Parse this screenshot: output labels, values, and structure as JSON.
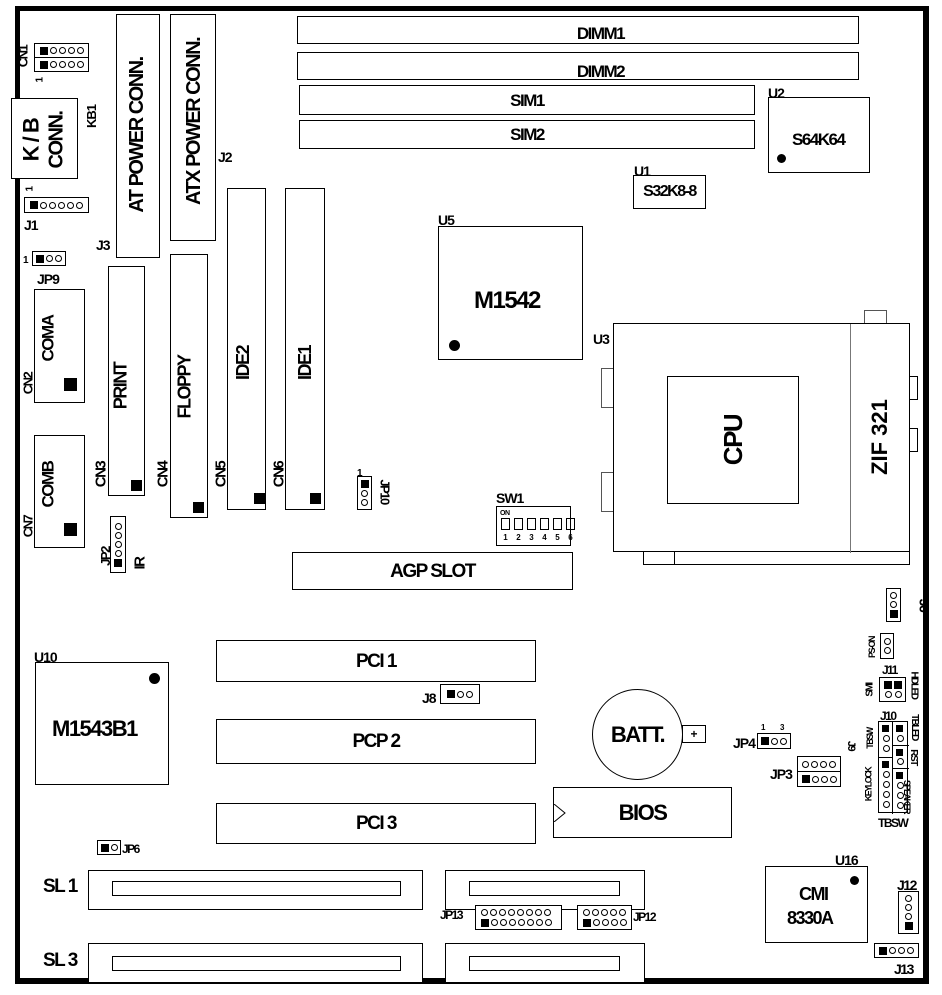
{
  "title": "Motherboard Layout",
  "memory": {
    "dimm1": "DIMM1",
    "dimm2": "DIMM2",
    "sim1": "SIM1",
    "sim2": "SIM2"
  },
  "chips": {
    "u2_ref": "U2",
    "u2_name": "S64K64",
    "u1_ref": "U1",
    "u1_name": "S32K8-8",
    "u5_ref": "U5",
    "u5_name": "M1542",
    "u3_ref": "U3",
    "cpu": "CPU",
    "socket": "ZIF 321",
    "u10_ref": "U10",
    "u10_name": "M1543B1",
    "u16_ref": "U16",
    "u16_line1": "CMI",
    "u16_line2": "8330A",
    "bios": "BIOS",
    "battery": "BATT.",
    "battery_plus": "+"
  },
  "power": {
    "at": "AT POWER CONN.",
    "atx": "ATX POWER CONN.",
    "j2": "J2",
    "j3": "J3"
  },
  "keyboard": {
    "conn_line1": "K / B",
    "conn_line2": "CONN.",
    "kb1": "KB1",
    "cn1": "CN1",
    "pin1": "1"
  },
  "headers": {
    "j1": "J1",
    "j1_pin": "1",
    "jp9": "JP9",
    "jp9_pin": "1",
    "jp2": "JP2",
    "ir": "IR",
    "jp10": "JP10",
    "jp10_pin": "1",
    "j6": "J6",
    "pson": "PS-ON",
    "j11": "J11",
    "smi": "SMI",
    "hdled": "HDLED",
    "j10": "J10",
    "tbled": "TBLED",
    "j9": "J9",
    "tbsw": "TBSW",
    "rst": "RST",
    "keylock": "KEYLOCK",
    "speaker": "SPEAKER",
    "tbsw_bottom": "TBSW",
    "j8": "J8",
    "jp4": "JP4",
    "jp4_pin1": "1",
    "jp4_pin3": "3",
    "jp3": "JP3",
    "jp6": "JP6",
    "jp13": "JP13",
    "jp12": "JP12",
    "j12": "J12",
    "j13": "J13"
  },
  "io": {
    "coma": "COMA",
    "cn2": "CN2",
    "comb": "COMB",
    "cn7": "CN7",
    "print": "PRINT",
    "cn3": "CN3",
    "floppy": "FLOPPY",
    "cn4": "CN4",
    "ide2": "IDE2",
    "cn5": "CN5",
    "ide1": "IDE1",
    "cn6": "CN6"
  },
  "switch": {
    "label": "SW1",
    "on": "ON",
    "positions": [
      "1",
      "2",
      "3",
      "4",
      "5",
      "6"
    ]
  },
  "slots": {
    "agp": "AGP SLOT",
    "pci1": "PCI 1",
    "pcp2": "PCP 2",
    "pci3": "PCI 3",
    "sl1": "SL 1",
    "sl3": "SL 3"
  }
}
